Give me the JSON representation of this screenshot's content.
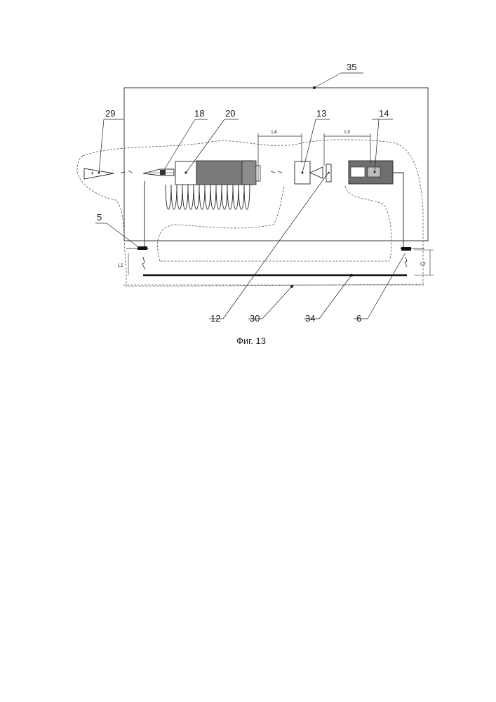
{
  "figure": {
    "caption": "Фиг. 13",
    "labels": {
      "n35": "35",
      "n29": "29",
      "n18": "18",
      "n20": "20",
      "n13": "13",
      "n14": "14",
      "n5": "5",
      "n12": "12",
      "n30": "30",
      "n34": "34",
      "n6": "6"
    },
    "dimensions": {
      "l1": "L1",
      "l2": "L2",
      "l3": "L3",
      "l4": "L4"
    },
    "symbols": {
      "plus": "+"
    }
  }
}
